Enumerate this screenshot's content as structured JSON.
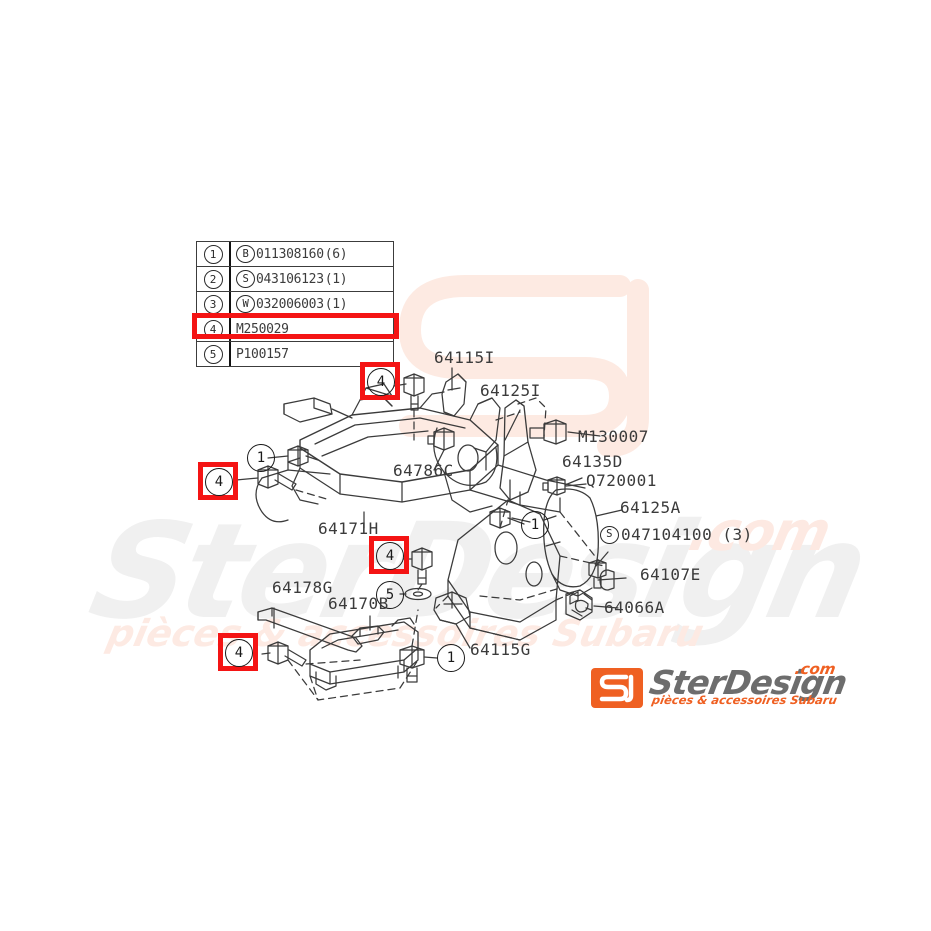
{
  "document": {
    "type": "subaru-seat-parts-exploded-diagram",
    "background_color": "#ffffff",
    "highlight_color": "#f41414",
    "line_color": "#3b3b3b",
    "brand_orange": "#ef6022"
  },
  "legend": {
    "rows": [
      {
        "ref": "1",
        "symbol": "B",
        "part": "011308160",
        "qty": "(6)",
        "highlighted": false
      },
      {
        "ref": "2",
        "symbol": "S",
        "part": "043106123",
        "qty": "(1)",
        "highlighted": false
      },
      {
        "ref": "3",
        "symbol": "W",
        "part": "032006003",
        "qty": "(1)",
        "highlighted": false
      },
      {
        "ref": "4",
        "symbol": "",
        "part": "M250029",
        "qty": "",
        "highlighted": true
      },
      {
        "ref": "5",
        "symbol": "",
        "part": "P100157",
        "qty": "",
        "highlighted": false
      }
    ]
  },
  "part_labels": [
    {
      "id": "label-64115i",
      "text": "64115I"
    },
    {
      "id": "label-64125i",
      "text": "64125I"
    },
    {
      "id": "label-m130007",
      "text": "M130007"
    },
    {
      "id": "label-64786c",
      "text": "64786C"
    },
    {
      "id": "label-64135d",
      "text": "64135D"
    },
    {
      "id": "label-q720001",
      "text": "Q720001"
    },
    {
      "id": "label-64125a",
      "text": "64125A"
    },
    {
      "id": "label-047104100",
      "text": "047104100 (3)",
      "symbol": "S"
    },
    {
      "id": "label-64107e",
      "text": "64107E"
    },
    {
      "id": "label-64066a",
      "text": "64066A"
    },
    {
      "id": "label-64171h",
      "text": "64171H"
    },
    {
      "id": "label-64178g",
      "text": "64178G"
    },
    {
      "id": "label-64170b",
      "text": "64170B"
    },
    {
      "id": "label-64115g",
      "text": "64115G"
    }
  ],
  "callouts": [
    {
      "id": "callout-4-top",
      "ref": "4",
      "highlighted": true
    },
    {
      "id": "callout-4-left",
      "ref": "4",
      "highlighted": true
    },
    {
      "id": "callout-4-middle",
      "ref": "4",
      "highlighted": true
    },
    {
      "id": "callout-4-bottomleft",
      "ref": "4",
      "highlighted": true
    },
    {
      "id": "callout-1-left",
      "ref": "1",
      "highlighted": false
    },
    {
      "id": "callout-1-center",
      "ref": "1",
      "highlighted": false
    },
    {
      "id": "callout-1-bottom",
      "ref": "1",
      "highlighted": false
    },
    {
      "id": "callout-5-middle",
      "ref": "5",
      "highlighted": false
    }
  ],
  "watermarks": {
    "brand_mark": "SJ",
    "brand_word": "SterDesign",
    "dotcom": ".com",
    "tagline": "pièces & accessoires Subaru"
  },
  "logo": {
    "mark": "SJ",
    "word": "SterDesign",
    "dotcom": ".com",
    "tagline": "pièces & accessoires Subaru"
  }
}
